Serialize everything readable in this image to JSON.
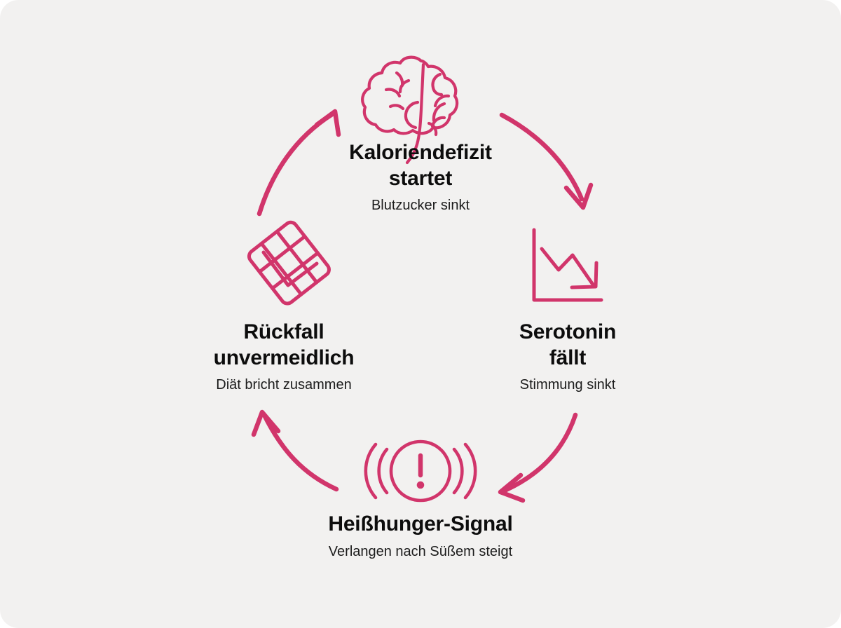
{
  "diagram": {
    "type": "cycle",
    "direction": "clockwise",
    "accent_color": "#d1356b",
    "background_color": "#f2f1f0",
    "text_color": "#0d0d0d",
    "nodes": [
      {
        "id": "kaloriendefizit",
        "position": "top",
        "icon": "brain-icon",
        "title": "Kaloriendefizit\nstartet",
        "subtitle": "Blutzucker sinkt"
      },
      {
        "id": "serotonin",
        "position": "right",
        "icon": "declining-chart-icon",
        "title": "Serotonin\nfällt",
        "subtitle": "Stimmung sinkt"
      },
      {
        "id": "heisshunger",
        "position": "bottom",
        "icon": "alert-signal-icon",
        "title": "Heißhunger-Signal",
        "subtitle": "Verlangen nach Süßem steigt"
      },
      {
        "id": "rueckfall",
        "position": "left",
        "icon": "chocolate-bar-icon",
        "title": "Rückfall\nunvermeidlich",
        "subtitle": "Diät bricht zusammen"
      }
    ],
    "arrows": [
      {
        "id": "arrow-top-right",
        "from": "kaloriendefizit",
        "to": "serotonin"
      },
      {
        "id": "arrow-bottom-right",
        "from": "serotonin",
        "to": "heisshunger"
      },
      {
        "id": "arrow-bottom-left",
        "from": "heisshunger",
        "to": "rueckfall"
      },
      {
        "id": "arrow-top-left",
        "from": "rueckfall",
        "to": "kaloriendefizit"
      }
    ]
  }
}
